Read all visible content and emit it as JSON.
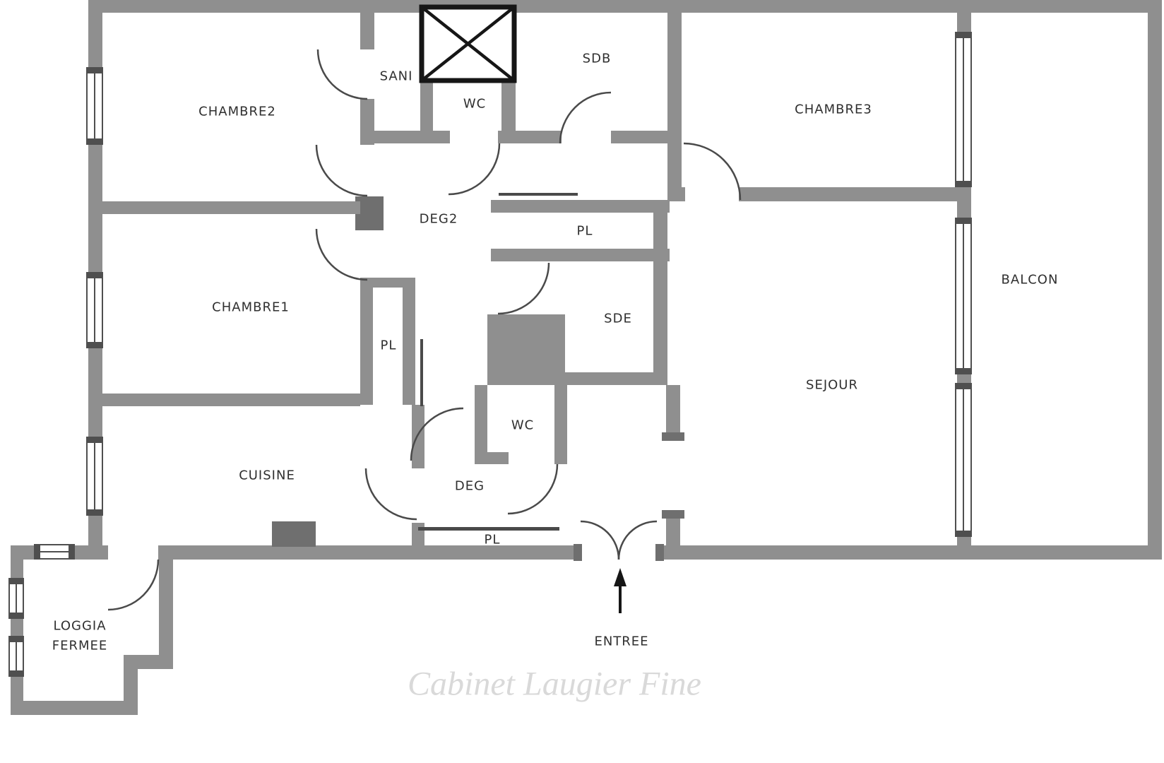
{
  "plan": {
    "title": "apartment-floor-plan",
    "watermark": "Cabinet Laugier Fine",
    "rooms": {
      "chambre2": "CHAMBRE2",
      "sani": "SANI",
      "wc_top": "WC",
      "sdb": "SDB",
      "chambre3": "CHAMBRE3",
      "deg2": "DEG2",
      "pl_top": "PL",
      "balcon": "BALCON",
      "chambre1": "CHAMBRE1",
      "pl_mid": "PL",
      "sde": "SDE",
      "sejour": "SEJOUR",
      "cuisine": "CUISINE",
      "wc_bottom": "WC",
      "deg": "DEG",
      "pl_bottom": "PL",
      "entree": "ENTREE",
      "loggia_line1": "LOGGIA",
      "loggia_line2": "FERMEE"
    },
    "colors": {
      "wall": "#8f8f8f",
      "wall_dark": "#6f6f6f",
      "line": "#4a4a4a",
      "shaft_border": "#161616",
      "text": "#2f2f2f",
      "watermark": "#d9d9d9"
    }
  }
}
